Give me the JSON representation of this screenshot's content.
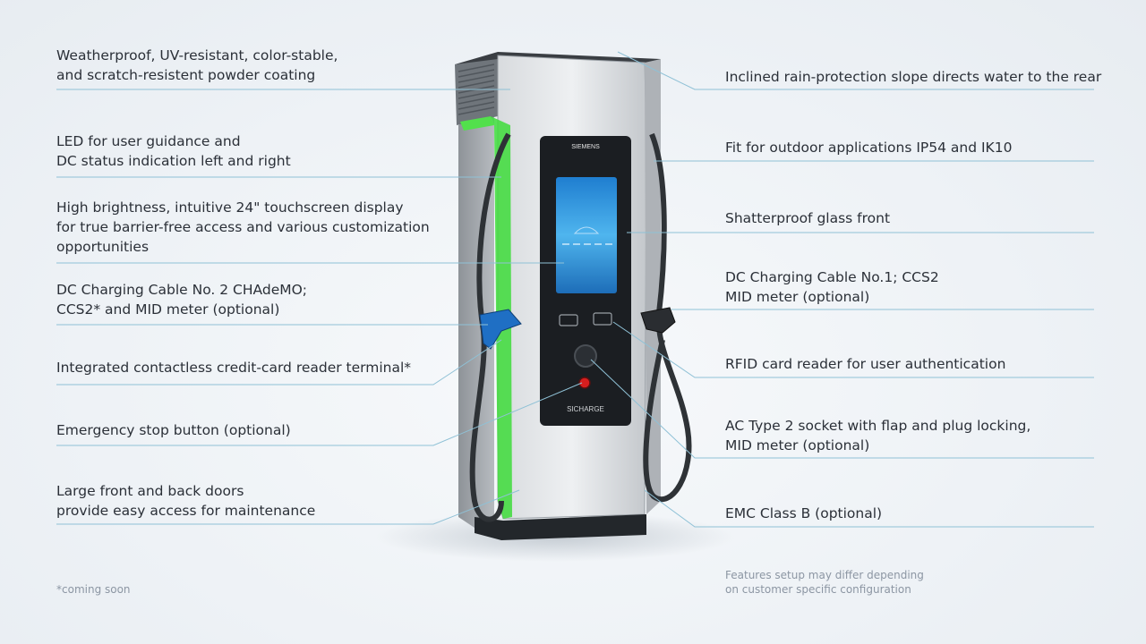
{
  "left_callouts": [
    {
      "lines": [
        "Weatherproof, UV-resistant, color-stable,",
        "and scratch-resistent powder coating"
      ]
    },
    {
      "lines": [
        "LED for user guidance and",
        "DC status indication left and right"
      ]
    },
    {
      "lines": [
        "High brightness, intuitive 24\" touchscreen display",
        "for true barrier-free access and various customization",
        "opportunities"
      ]
    },
    {
      "lines": [
        "DC Charging Cable No. 2 CHAdeMO;",
        "CCS2* and MID meter (optional)"
      ]
    },
    {
      "lines": [
        "Integrated contactless credit-card reader terminal*"
      ]
    },
    {
      "lines": [
        "Emergency stop button (optional)"
      ]
    },
    {
      "lines": [
        "Large front and back doors",
        "provide easy access for maintenance"
      ]
    }
  ],
  "right_callouts": [
    {
      "lines": [
        "Inclined rain-protection slope directs water to the rear"
      ]
    },
    {
      "lines": [
        "Fit for outdoor applications IP54 and IK10"
      ]
    },
    {
      "lines": [
        "Shatterproof glass front"
      ]
    },
    {
      "lines": [
        "DC Charging Cable No.1; CCS2",
        "MID meter (optional)"
      ]
    },
    {
      "lines": [
        "RFID card reader for user authentication"
      ]
    },
    {
      "lines": [
        "AC Type 2 socket with flap and plug locking,",
        "MID meter (optional)"
      ]
    },
    {
      "lines": [
        "EMC Class B (optional)"
      ]
    }
  ],
  "footnote_left": "*coming soon",
  "footnote_right": [
    "Features setup may differ depending",
    "on customer specific configuration"
  ],
  "device": {
    "brand": "SIEMENS",
    "model": "SICHARGE"
  },
  "colors": {
    "leader_line": "#8fc1d6",
    "led_green": "#3ddc3a",
    "body_silver": "#c9ccd0",
    "panel_dark": "#1b1e22",
    "screen_blue": "#2b8fd8",
    "emergency_red": "#d81e1e",
    "connector_blue": "#1f6fc4"
  }
}
